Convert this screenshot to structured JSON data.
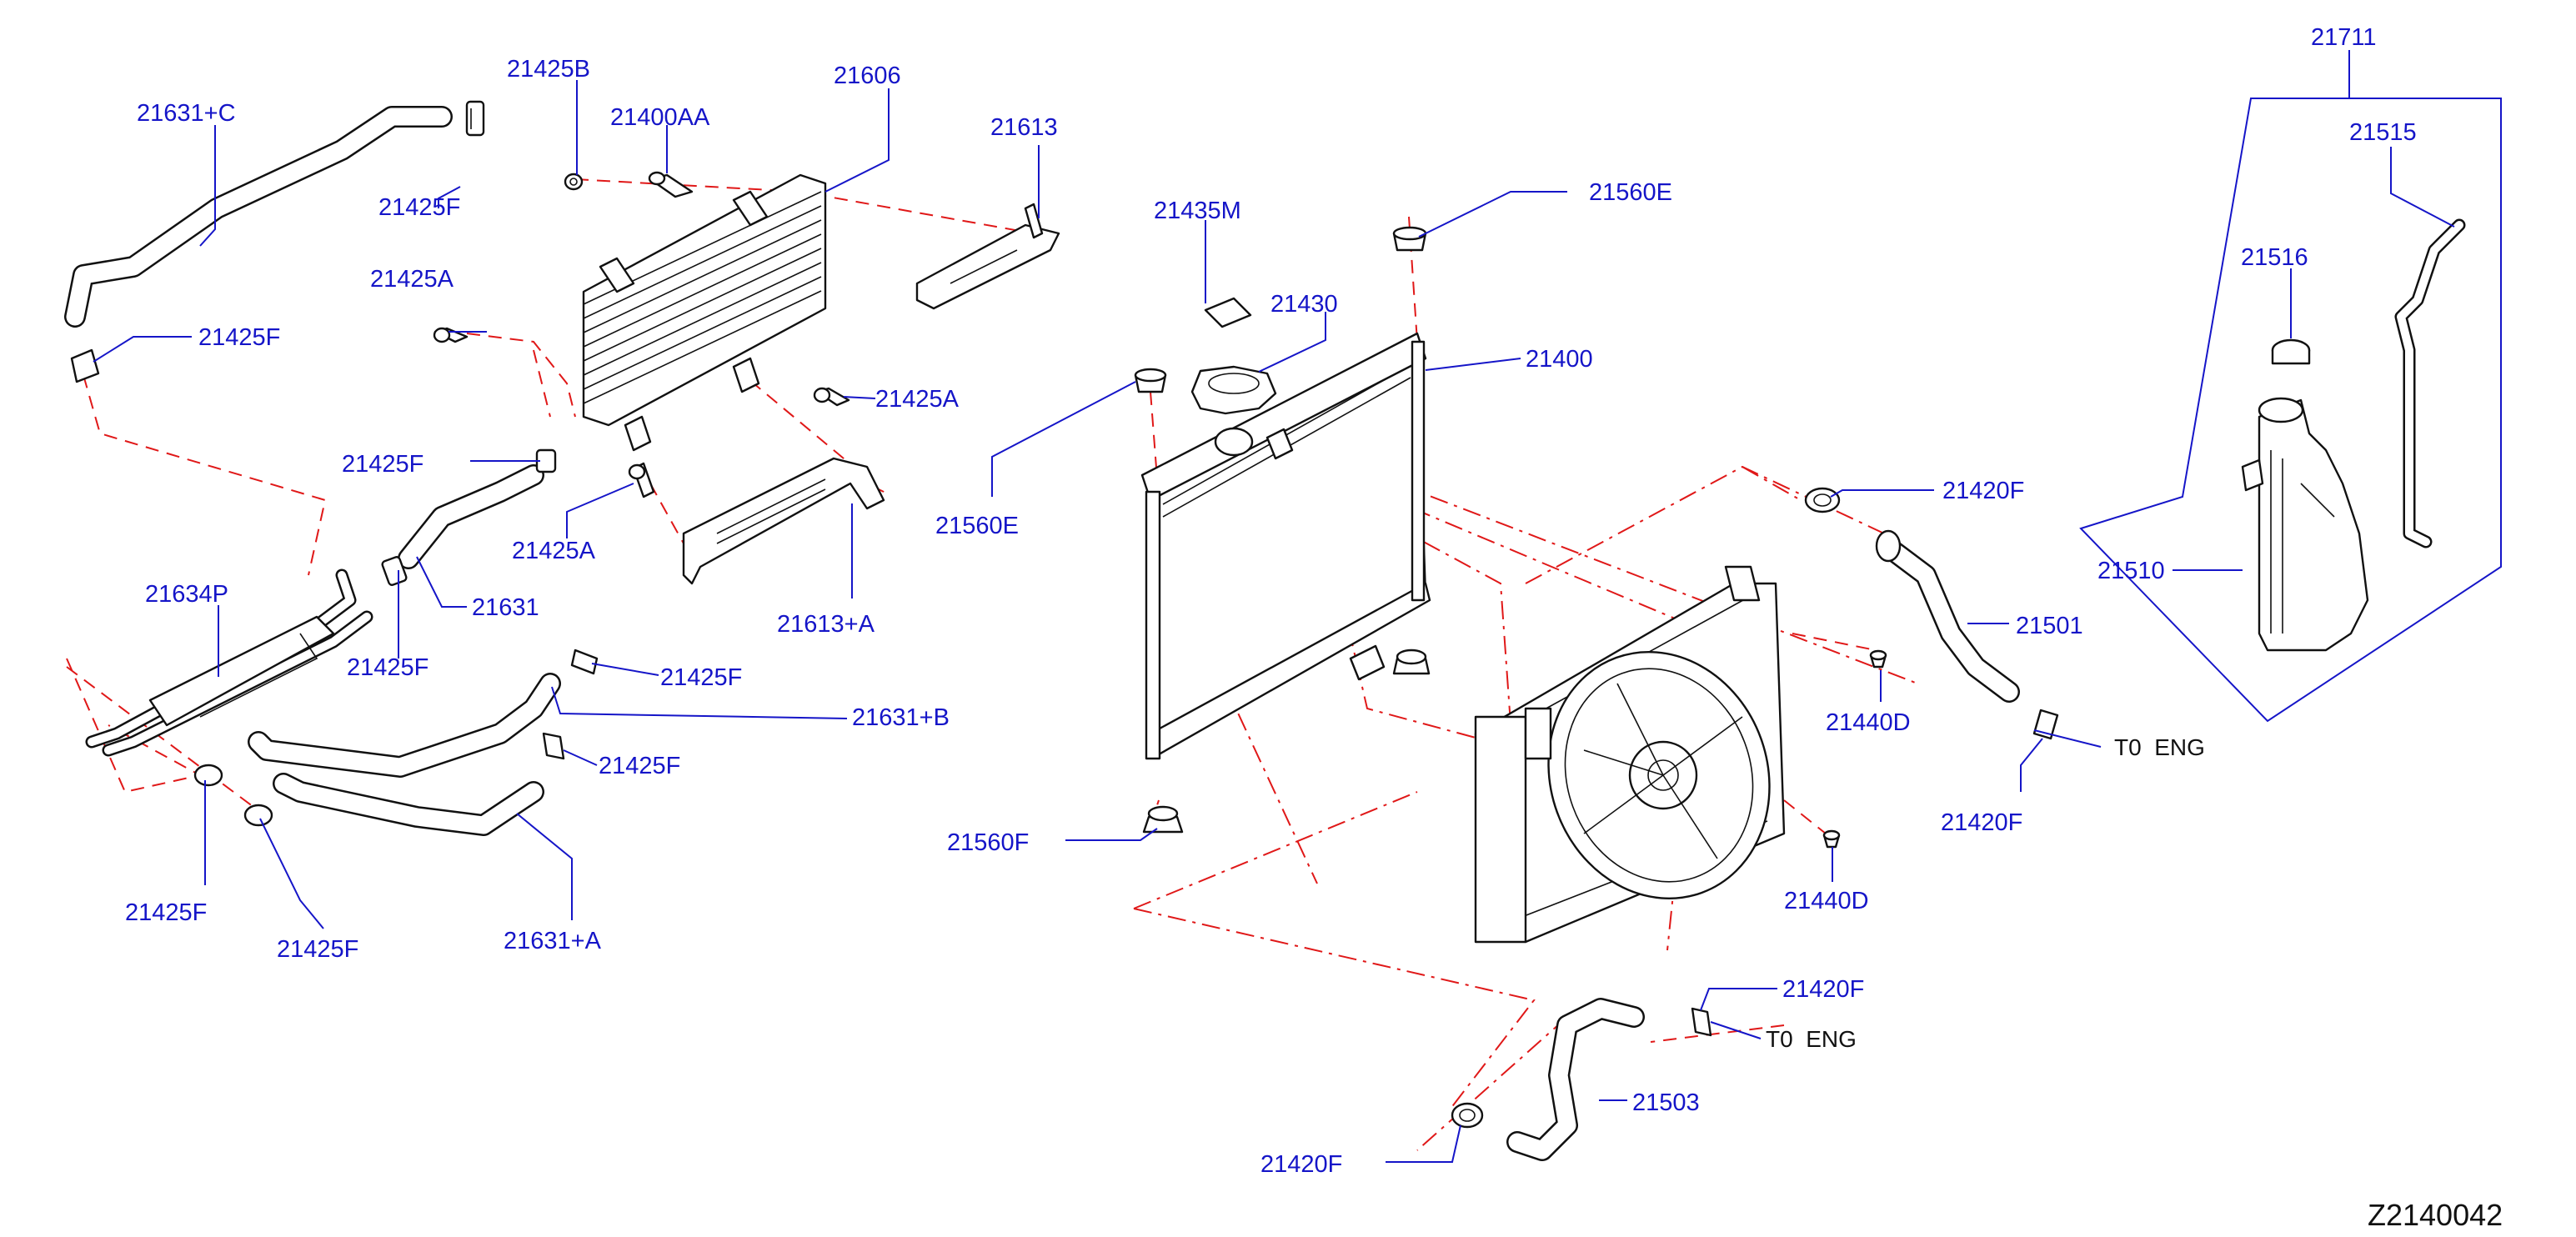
{
  "diagram_code": "Z2140042",
  "colors": {
    "label": "#1515c8",
    "leader": "#1515c8",
    "phantom_line": "#e01818",
    "parts": "#111111"
  },
  "callouts": {
    "c21631_c": "21631+C",
    "c21425b": "21425B",
    "c21400aa": "21400AA",
    "c21606": "21606",
    "c21613": "21613",
    "c21425f_top": "21425F",
    "c21425a_top": "21425A",
    "c21425f_upper_left": "21425F",
    "c21425a_mid": "21425A",
    "c21425f_cooler_outlet": "21425F",
    "c21425a_lower": "21425A",
    "c21631": "21631",
    "c21613_a": "21613+A",
    "c21634p": "21634P",
    "c21425f_pipe": "21425F",
    "c21425f_clip": "21425F",
    "c21631_b": "21631+B",
    "c21425f_clip2": "21425F",
    "c21425f_bottom_left": "21425F",
    "c21425f_bottom_mid": "21425F",
    "c21631_a": "21631+A",
    "c21435m": "21435M",
    "c21430": "21430",
    "c21560e_top": "21560E",
    "c21400": "21400",
    "c21560e_left": "21560E",
    "c21560f": "21560F",
    "c21420f_upper": "21420F",
    "c21501": "21501",
    "c21440d_upper": "21440D",
    "c21420f_mid": "21420F",
    "c21440d_lower": "21440D",
    "c21420f_low": "21420F",
    "c21503": "21503",
    "c21420f_bottom": "21420F",
    "c21711": "21711",
    "c21515": "21515",
    "c21516": "21516",
    "c21510": "21510"
  },
  "connections": {
    "to_engine_upper": "T0  ENG",
    "to_engine_lower": "T0  ENG"
  },
  "parts": {
    "oil_cooler": "oil-cooler",
    "radiator": "radiator",
    "fan_shroud": "fan-shroud-assembly",
    "reservoir": "reservoir-tank"
  }
}
